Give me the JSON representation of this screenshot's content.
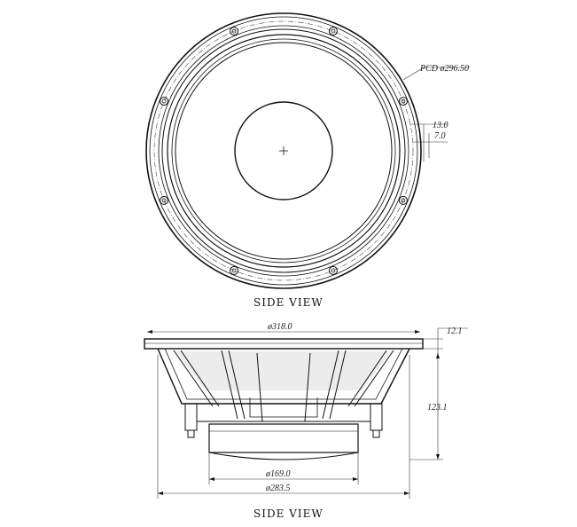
{
  "front_view": {
    "pcd_label": "PCD ø296.50",
    "dim_13": "13.0",
    "dim_7": "7.0"
  },
  "side_view": {
    "dim_318": "ø318.0",
    "dim_12_1": "12.1",
    "dim_123_1": "123.1",
    "dim_169": "ø169.0",
    "dim_283_5": "ø283.5"
  },
  "titles": {
    "top": "SIDE VIEW",
    "bottom": "SIDE VIEW"
  }
}
